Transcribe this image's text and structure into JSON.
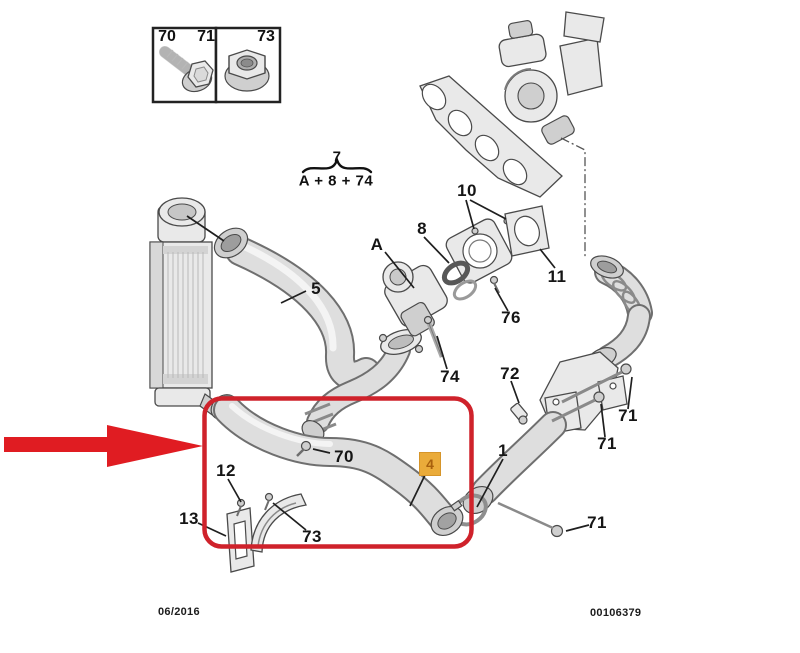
{
  "document": {
    "type": "automotive-parts-diagram",
    "footer": {
      "date": "06/2016",
      "doc_number": "00106379"
    }
  },
  "colors": {
    "highlight_red_box": "#cf222b",
    "highlight_red_arrow": "#e01c22",
    "badge_bg": "#eaab3a",
    "badge_fg": "#a8600d",
    "line_art": "#4a4a4a"
  },
  "legend": {
    "cell1": {
      "left_label": "70",
      "right_label": "71",
      "icon": "flange-bolt-icon"
    },
    "cell2": {
      "label": "73",
      "icon": "flange-nut-icon"
    }
  },
  "formula": {
    "numerator": "7",
    "denominator": "A + 8 + 74"
  },
  "callouts": {
    "hose5": "5",
    "studs10": "10",
    "valveA": "A",
    "seal8": "8",
    "gasket11": "11",
    "bolt76": "76",
    "stud74": "74",
    "sensor72": "72",
    "bolt70": "70",
    "nut12": "12",
    "bracket13": "13",
    "clamp73": "73",
    "duct1": "1",
    "bolt71a": "71",
    "bolt71b": "71",
    "bolt71c": "71",
    "highlighted_part": "4"
  }
}
